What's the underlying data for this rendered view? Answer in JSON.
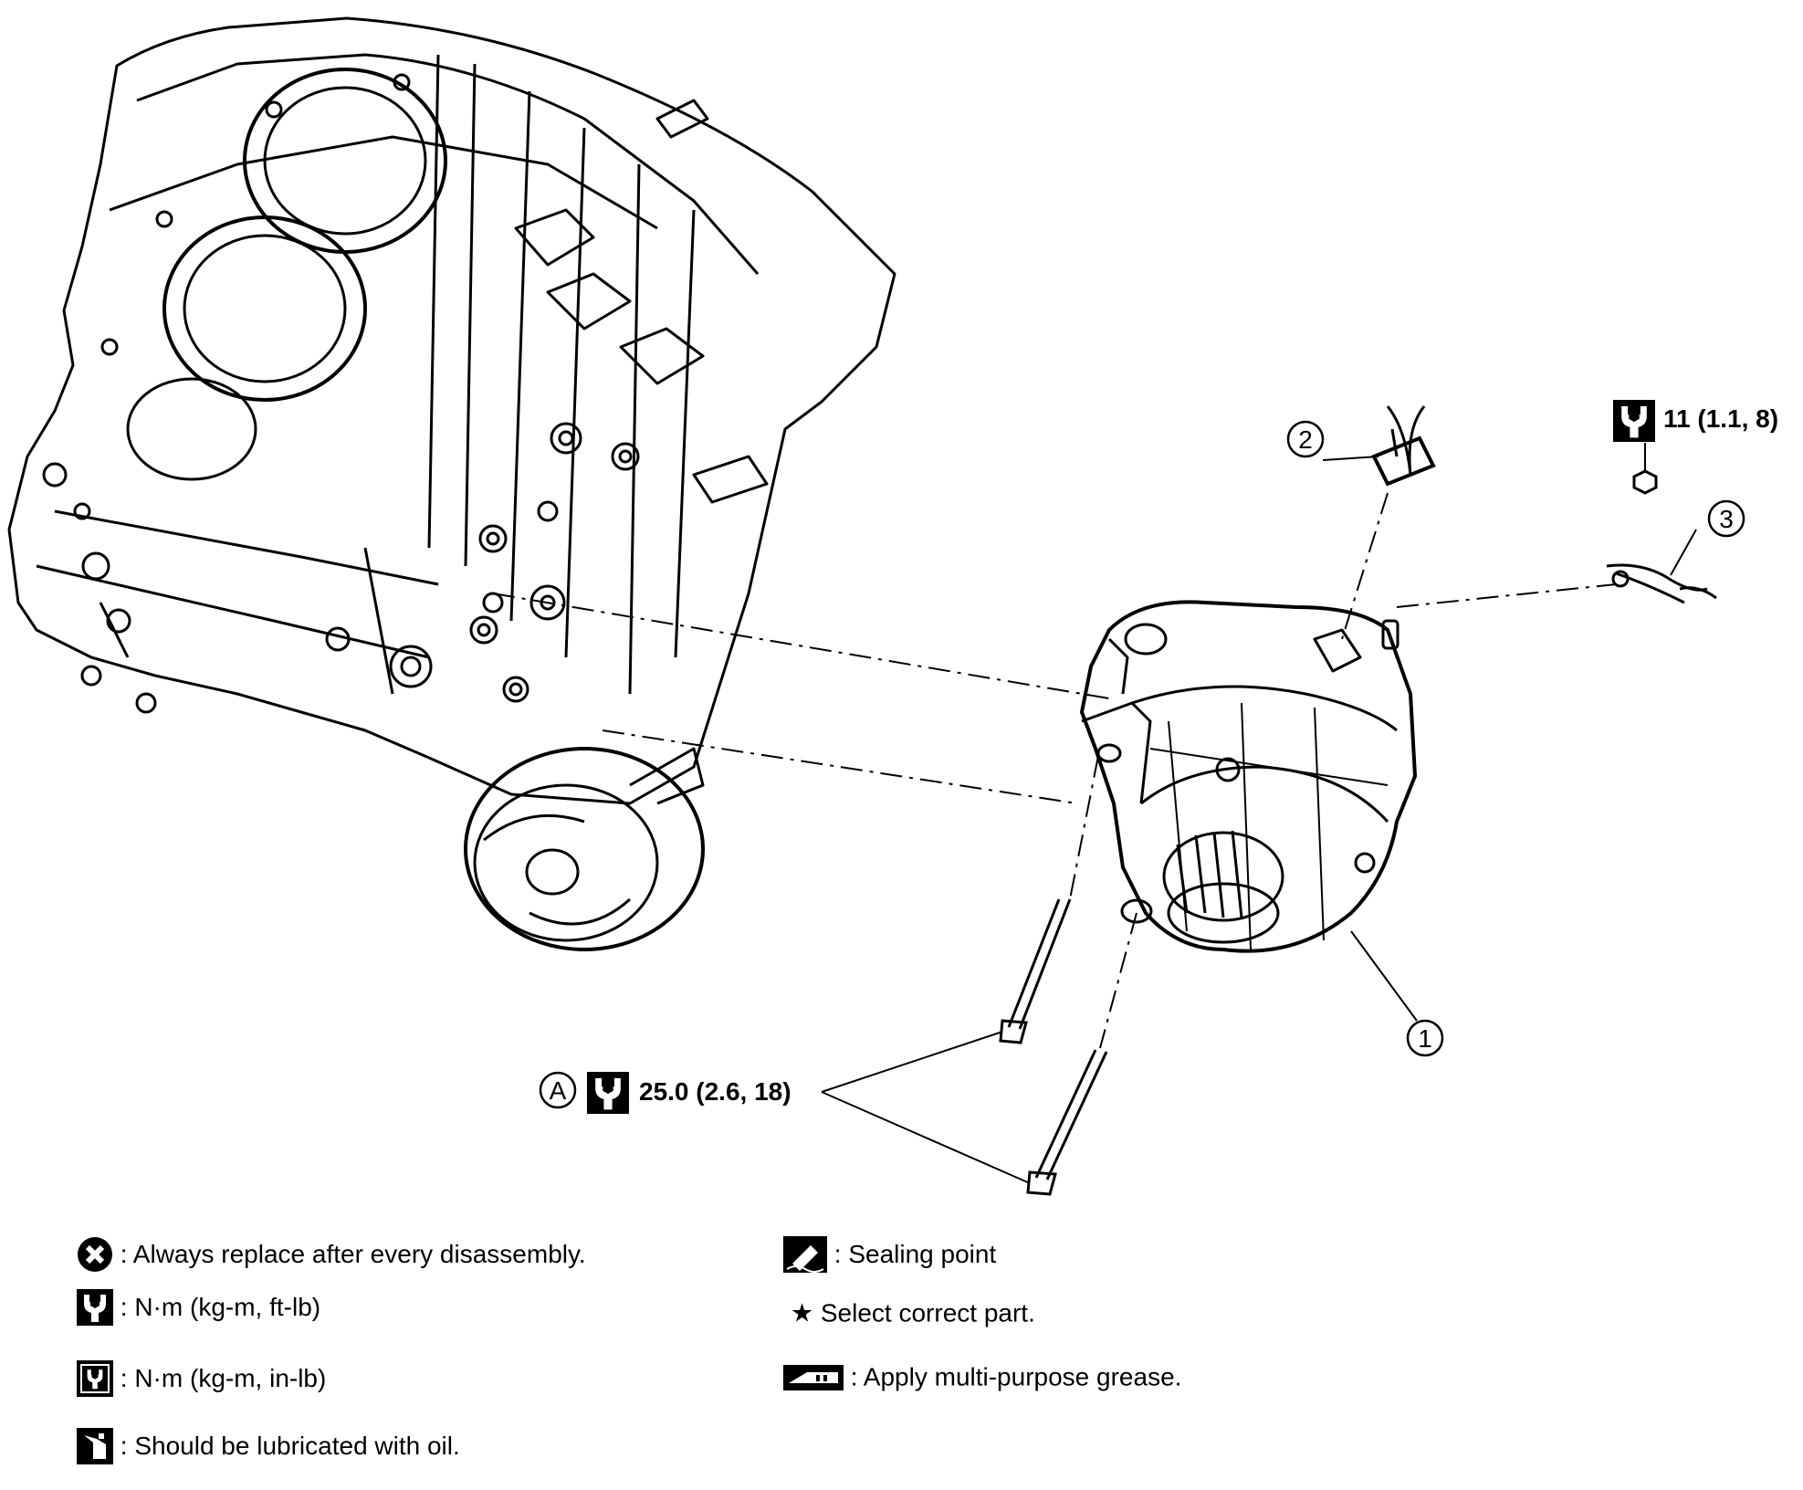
{
  "callouts": {
    "item1": "1",
    "item2": "2",
    "item3": "3",
    "letterA": "A"
  },
  "torques": {
    "bolt_a": "25.0 (2.6, 18)",
    "bolt_3": "11 (1.1, 8)"
  },
  "legend": {
    "always_replace": ": Always replace after every disassembly.",
    "nm_ftlb": ": N·m (kg-m, ft-lb)",
    "nm_inlb": ": N·m (kg-m, in-lb)",
    "lubricate": ": Should be lubricated with oil.",
    "sealing": ": Sealing point",
    "select_part": "★ Select correct part.",
    "grease": ": Apply multi-purpose grease."
  },
  "icons": {
    "replace": "x-circle-icon",
    "torque": "torque-wrench-icon",
    "torque_in": "torque-wrench-inlb-icon",
    "oil": "oil-can-icon",
    "sealant": "sealant-tube-icon",
    "grease": "grease-gun-icon"
  }
}
